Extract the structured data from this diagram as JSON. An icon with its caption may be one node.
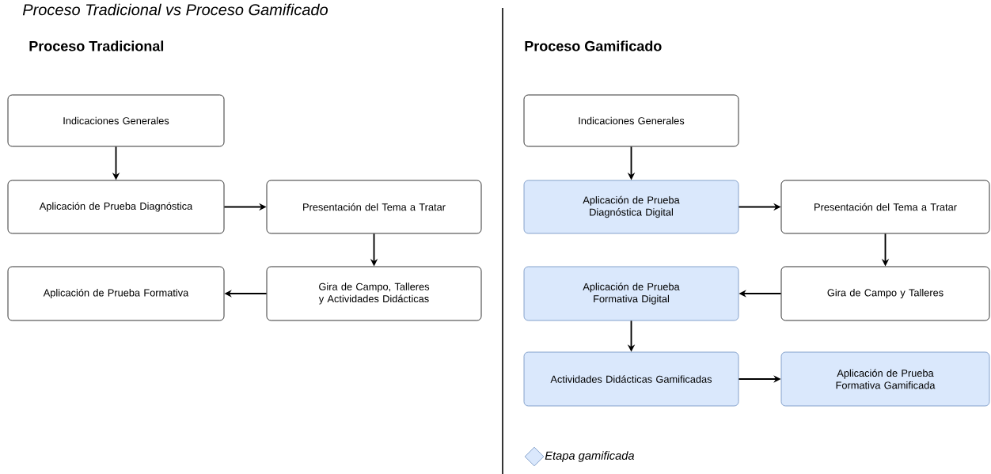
{
  "diagram": {
    "title": "Proceso Tradicional vs Proceso Gamificado",
    "nodes": [
      {
        "text": [
          "Indicaciones Generales"
        ]
      },
      {
        "text": [
          "Aplicación de Prueba Diagnóstica"
        ]
      },
      {
        "text": [
          "Presentación del Tema a Tratar"
        ]
      },
      {
        "text": [
          "Gira de Campo, Talleres y Actividades Didácticas"
        ]
      },
      {
        "text": [
          "Aplicación de Prueba Formativa"
        ]
      },
      {
        "text": [
          "Indicaciones Generales"
        ]
      },
      {
        "text": [
          "Aplicación de Prueba Diagnóstica Digital"
        ]
      },
      {
        "text": [
          "Presentación del Tema a Tratar"
        ]
      },
      {
        "text": [
          "Gira de Campo y Talleres"
        ]
      },
      {
        "text": [
          "Aplicación de Prueba Formativa Digital"
        ]
      },
      {
        "text": [
          "Actividades Didácticas Gamificadas"
        ]
      },
      {
        "text": [
          "Aplicación de Prueba Formativa Gamificada"
        ]
      }
    ],
    "edges": [
      {
        "from": 0,
        "to": 1,
        "arrow": "to"
      },
      {
        "from": 1,
        "to": 2,
        "arrow": "to"
      },
      {
        "from": 2,
        "to": 3,
        "arrow": "to"
      },
      {
        "from": 3,
        "to": 4,
        "arrow": "to"
      },
      {
        "from": 5,
        "to": 6,
        "arrow": "to"
      },
      {
        "from": 6,
        "to": 7,
        "arrow": "to"
      },
      {
        "from": 7,
        "to": 8,
        "arrow": "to"
      },
      {
        "from": 8,
        "to": 9,
        "arrow": "to"
      },
      {
        "from": 9,
        "to": 10,
        "arrow": "to"
      },
      {
        "from": 10,
        "to": 11,
        "arrow": "to"
      }
    ],
    "labels": [
      "Proceso Tradicional",
      "Proceso Gamificado"
    ],
    "legend": [
      {
        "text": "Etapa gamificada",
        "color": "#dae8fc"
      }
    ]
  }
}
